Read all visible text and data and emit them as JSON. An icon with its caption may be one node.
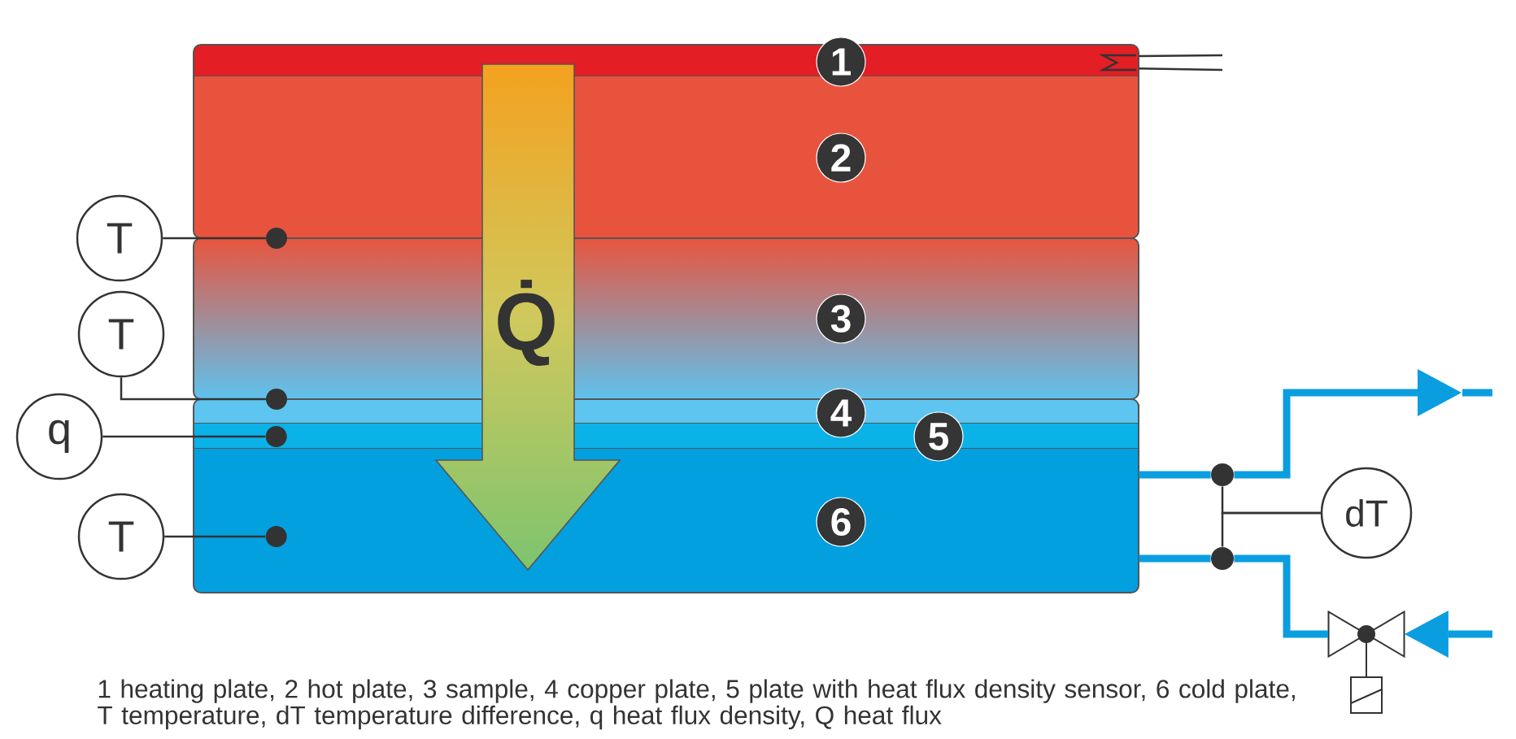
{
  "diagram": {
    "caption": "1 heating plate, 2 hot plate, 3 sample, 4 copper plate, 5 plate with heat flux density sensor, 6 cold plate, T temperature, dT temperature difference, q heat flux density, Q heat flux",
    "nodes": [
      {
        "text": [
          "1"
        ]
      },
      {
        "text": [
          "2"
        ]
      },
      {
        "text": [
          "3"
        ]
      },
      {
        "text": [
          "4"
        ]
      },
      {
        "text": [
          "5"
        ]
      },
      {
        "text": [
          "6"
        ]
      },
      {
        "text": [
          "Q̇"
        ]
      },
      {
        "text": [
          "T"
        ]
      },
      {
        "text": [
          "T"
        ]
      },
      {
        "text": [
          "q"
        ]
      },
      {
        "text": [
          "T"
        ]
      },
      {
        "text": [],
        "shape": "circle"
      },
      {
        "text": [],
        "shape": "circle"
      },
      {
        "text": [],
        "shape": "circle",
        "in": 4
      },
      {
        "text": [],
        "shape": "circle",
        "in": 5
      },
      {
        "text": [
          "dT"
        ]
      },
      {
        "text": [],
        "shape": "circle"
      },
      {
        "text": [],
        "shape": "circle"
      },
      {
        "text": [],
        "shape": "valve"
      }
    ],
    "edges": [
      {
        "from": 7,
        "to": 11,
        "arrow": "none"
      },
      {
        "from": 8,
        "to": 12,
        "arrow": "none"
      },
      {
        "from": 9,
        "to": 13,
        "arrow": "none"
      },
      {
        "from": 10,
        "to": 14,
        "arrow": "none"
      },
      {
        "from": 15,
        "to": 16,
        "arrow": "none"
      },
      {
        "from": 15,
        "to": 17,
        "arrow": "none"
      },
      {
        "from": 5,
        "to": 16,
        "arrow": "none",
        "style": "thick",
        "color": "#0a9ee0"
      },
      {
        "from": 16,
        "to": null,
        "arrow": "to",
        "style": "thick",
        "color": "#0a9ee0"
      },
      {
        "from": null,
        "to": 18,
        "arrow": "to",
        "style": "thick",
        "color": "#0a9ee0"
      },
      {
        "from": 18,
        "to": 17,
        "arrow": "none",
        "style": "thick",
        "color": "#0a9ee0"
      },
      {
        "from": 17,
        "to": 5,
        "arrow": "none",
        "style": "thick",
        "color": "#0a9ee0"
      },
      {
        "from": 0,
        "to": null,
        "arrow": "none"
      },
      {
        "from": 0,
        "to": null,
        "arrow": "none"
      }
    ]
  }
}
